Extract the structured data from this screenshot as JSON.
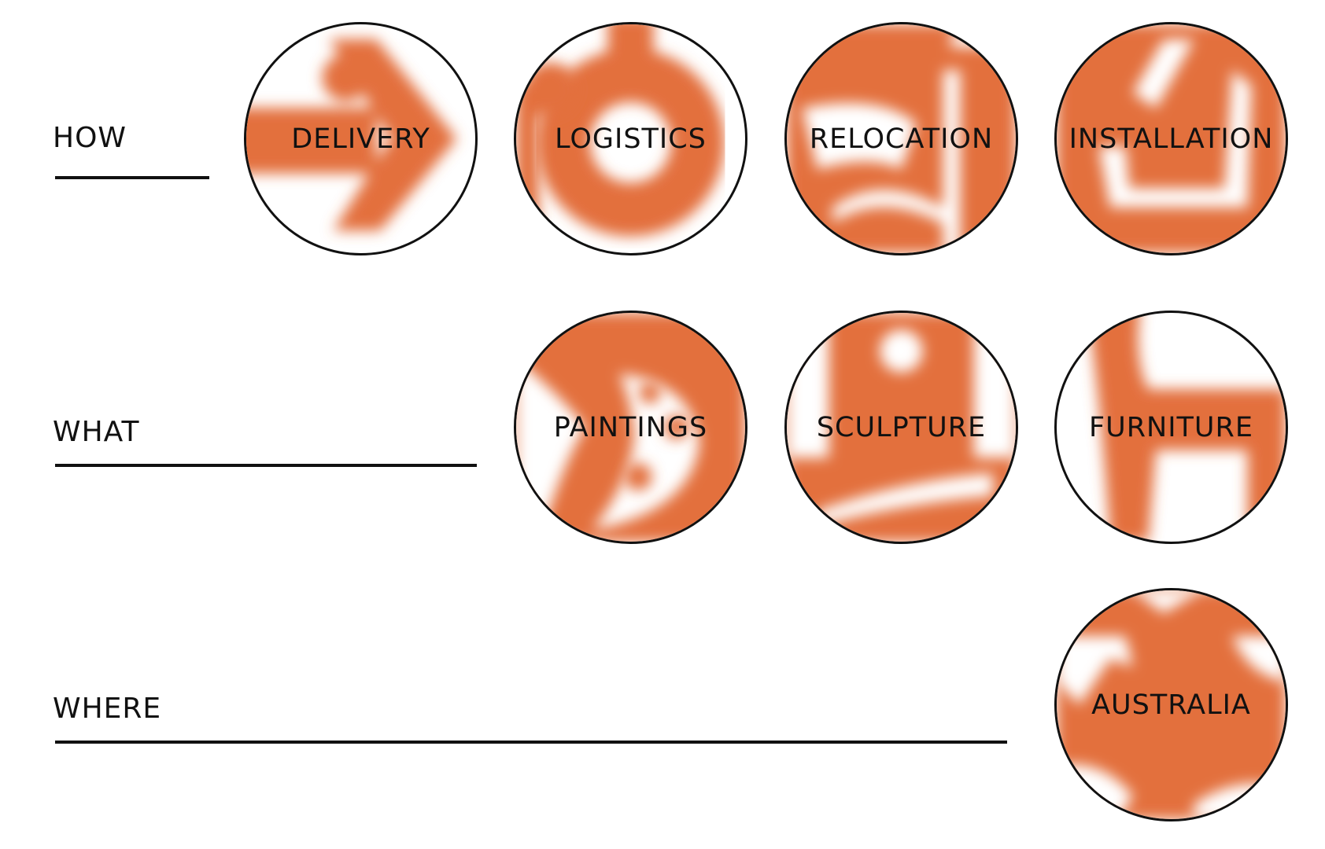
{
  "accent_color": "#E36F3E",
  "rows": [
    {
      "label": "HOW",
      "items": [
        {
          "label": "DELIVERY",
          "icon": "arrow-icon"
        },
        {
          "label": "LOGISTICS",
          "icon": "cycle-icon"
        },
        {
          "label": "RELOCATION",
          "icon": "truck-icon"
        },
        {
          "label": "INSTALLATION",
          "icon": "check-icon"
        }
      ]
    },
    {
      "label": "WHAT",
      "items": [
        {
          "label": "PAINTINGS",
          "icon": "palette-icon"
        },
        {
          "label": "SCULPTURE",
          "icon": "sculpture-icon"
        },
        {
          "label": "FURNITURE",
          "icon": "chair-icon"
        }
      ]
    },
    {
      "label": "WHERE",
      "items": [
        {
          "label": "AUSTRALIA",
          "icon": "australia-map-icon"
        }
      ]
    }
  ]
}
